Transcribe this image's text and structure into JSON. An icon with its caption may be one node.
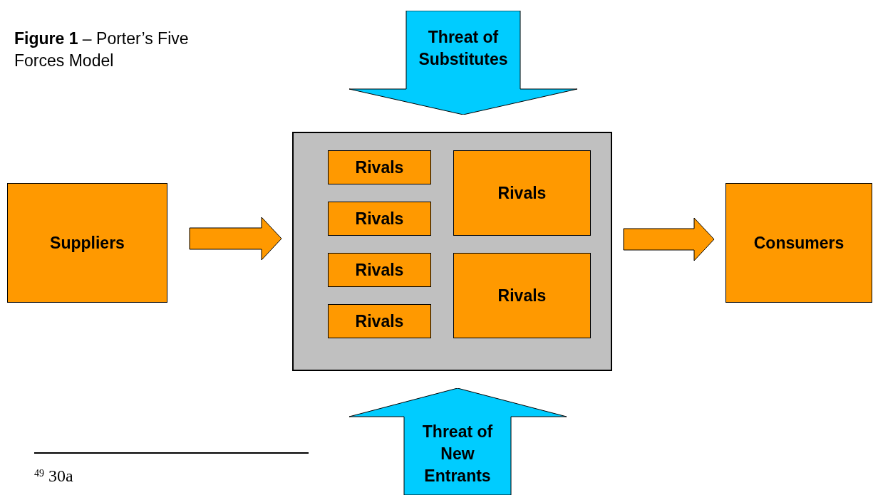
{
  "diagram": {
    "title": "**Figure 1** – Porter’s Five Forces Model",
    "nodes": [
      {
        "text": [
          "Suppliers"
        ]
      },
      {
        "text": [],
        "shape": "box"
      },
      {
        "text": [
          "Rivals"
        ],
        "in": 1
      },
      {
        "text": [
          "Rivals"
        ],
        "in": 1
      },
      {
        "text": [
          "Rivals"
        ],
        "in": 1
      },
      {
        "text": [
          "Rivals"
        ],
        "in": 1
      },
      {
        "text": [
          "Rivals"
        ],
        "in": 1
      },
      {
        "text": [
          "Rivals"
        ],
        "in": 1
      },
      {
        "text": [
          "Consumers"
        ]
      },
      {
        "text": [
          "Threat of Substitutes"
        ]
      },
      {
        "text": [
          "Threat of New Entrants"
        ]
      }
    ],
    "edges": [
      {
        "from": 0,
        "to": 1,
        "arrow": "to",
        "style": "thick"
      },
      {
        "from": 1,
        "to": 8,
        "arrow": "to",
        "style": "thick"
      }
    ],
    "labels": [
      "$^{49}$ 30a"
    ]
  }
}
